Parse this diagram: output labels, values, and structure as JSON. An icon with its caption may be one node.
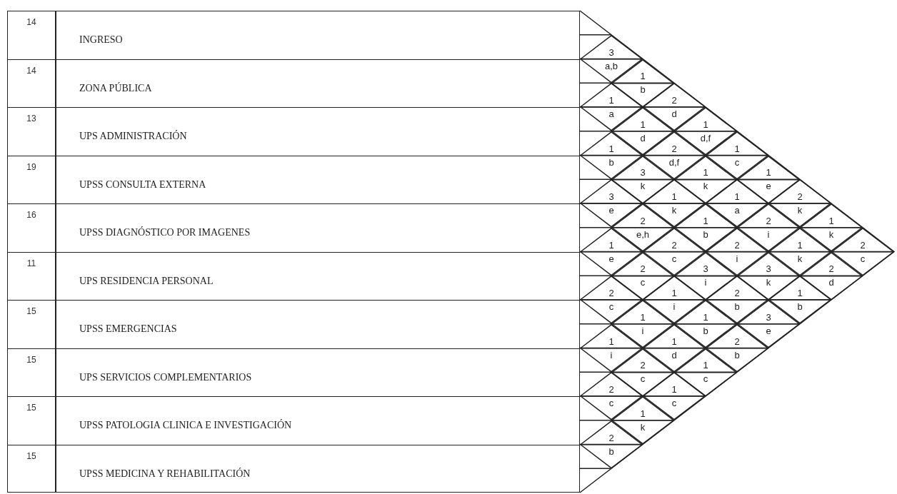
{
  "diagram": {
    "nodes": [
      {
        "text": [
          "14",
          "INGRESO"
        ]
      },
      {
        "text": [
          "14",
          "ZONA PÚBLICA"
        ]
      },
      {
        "text": [
          "13",
          "UPS ADMINISTRACIÓN"
        ]
      },
      {
        "text": [
          "19",
          "UPSS CONSULTA EXTERNA"
        ]
      },
      {
        "text": [
          "16",
          "UPSS DIAGNÓSTICO POR IMAGENES"
        ]
      },
      {
        "text": [
          "11",
          "UPS RESIDENCIA PERSONAL"
        ]
      },
      {
        "text": [
          "15",
          "UPSS EMERGENCIAS"
        ]
      },
      {
        "text": [
          "15",
          "UPS SERVICIOS COMPLEMENTARIOS"
        ]
      },
      {
        "text": [
          "15",
          "UPSS PATOLOGIA CLINICA E INVESTIGACIÓN"
        ]
      },
      {
        "text": [
          "15",
          "UPSS MEDICINA Y REHABILITACIÓN"
        ]
      },
      {
        "text": [
          "3",
          "a,b"
        ]
      },
      {
        "text": [
          "1",
          "a"
        ]
      },
      {
        "text": [
          "1",
          "b"
        ]
      },
      {
        "text": [
          "3",
          "e"
        ]
      },
      {
        "text": [
          "1",
          "e"
        ]
      },
      {
        "text": [
          "2",
          "c"
        ]
      },
      {
        "text": [
          "1",
          "i"
        ]
      },
      {
        "text": [
          "2",
          "c"
        ]
      },
      {
        "text": [
          "2",
          "b"
        ]
      },
      {
        "text": [
          "1",
          "b"
        ]
      },
      {
        "text": [
          "1",
          "d"
        ]
      },
      {
        "text": [
          "3",
          "k"
        ]
      },
      {
        "text": [
          "2",
          "e,h"
        ]
      },
      {
        "text": [
          "2",
          "c"
        ]
      },
      {
        "text": [
          "1",
          "i"
        ]
      },
      {
        "text": [
          "2",
          "c"
        ]
      },
      {
        "text": [
          "1",
          "k"
        ]
      },
      {
        "text": [
          "2",
          "d"
        ]
      },
      {
        "text": [
          "2",
          "d,f"
        ]
      },
      {
        "text": [
          "1",
          "k"
        ]
      },
      {
        "text": [
          "2",
          "c"
        ]
      },
      {
        "text": [
          "1",
          "i"
        ]
      },
      {
        "text": [
          "1",
          "d"
        ]
      },
      {
        "text": [
          "1",
          "c"
        ]
      },
      {
        "text": [
          "1",
          "d,f"
        ]
      },
      {
        "text": [
          "1",
          "k"
        ]
      },
      {
        "text": [
          "1",
          "b"
        ]
      },
      {
        "text": [
          "3",
          "i"
        ]
      },
      {
        "text": [
          "1",
          "b"
        ]
      },
      {
        "text": [
          "1",
          "c"
        ]
      },
      {
        "text": [
          "1",
          "c"
        ]
      },
      {
        "text": [
          "1",
          "a"
        ]
      },
      {
        "text": [
          "2",
          "i"
        ]
      },
      {
        "text": [
          "2",
          "b"
        ]
      },
      {
        "text": [
          "2",
          "b"
        ]
      },
      {
        "text": [
          "1",
          "e"
        ]
      },
      {
        "text": [
          "2",
          "i"
        ]
      },
      {
        "text": [
          "3",
          "k"
        ]
      },
      {
        "text": [
          "3",
          "e"
        ]
      },
      {
        "text": [
          "2",
          "k"
        ]
      },
      {
        "text": [
          "1",
          "k"
        ]
      },
      {
        "text": [
          "1",
          "b"
        ]
      },
      {
        "text": [
          "1",
          "k"
        ]
      },
      {
        "text": [
          "2",
          "d"
        ]
      },
      {
        "text": [
          "2",
          "c"
        ]
      }
    ]
  }
}
